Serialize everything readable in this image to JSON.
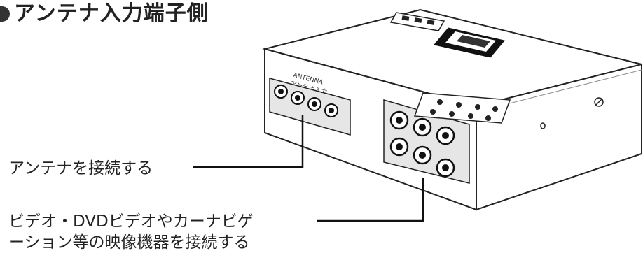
{
  "title": "アンテナ入力端子側",
  "device_labels": {
    "antenna_en": "ANTENNA",
    "antenna_jp": "アンテナ入力"
  },
  "callouts": [
    {
      "text": "アンテナを接続する"
    },
    {
      "line1": "ビデオ・DVDビデオやカーナビゲ",
      "line2": "ーション等の映像機器を接続する"
    }
  ]
}
